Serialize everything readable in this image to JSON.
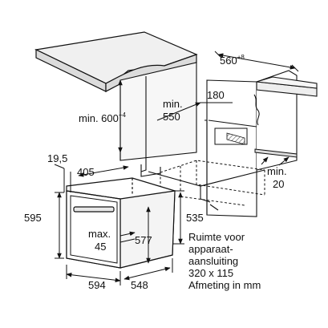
{
  "diagram": {
    "labels": {
      "depth_top": "560",
      "depth_top_tol": "+8",
      "height_min": "min. 600",
      "height_min_tol": "+4",
      "min_550_a": "min.",
      "min_550_b": "550",
      "dim_180": "180",
      "min_20_a": "min.",
      "min_20_b": "20",
      "dim_19_5": "19,5",
      "dim_405": "405",
      "dim_595": "595",
      "dim_535": "535",
      "max_a": "max.",
      "max_b": "45",
      "dim_577": "577",
      "dim_594": "594",
      "dim_548": "548"
    },
    "notes": {
      "space_line1": "Ruimte voor",
      "space_line2": "apparaat-",
      "space_line3": "aansluiting",
      "space_line4": "320 x 115",
      "unit": "Afmeting in mm"
    }
  }
}
